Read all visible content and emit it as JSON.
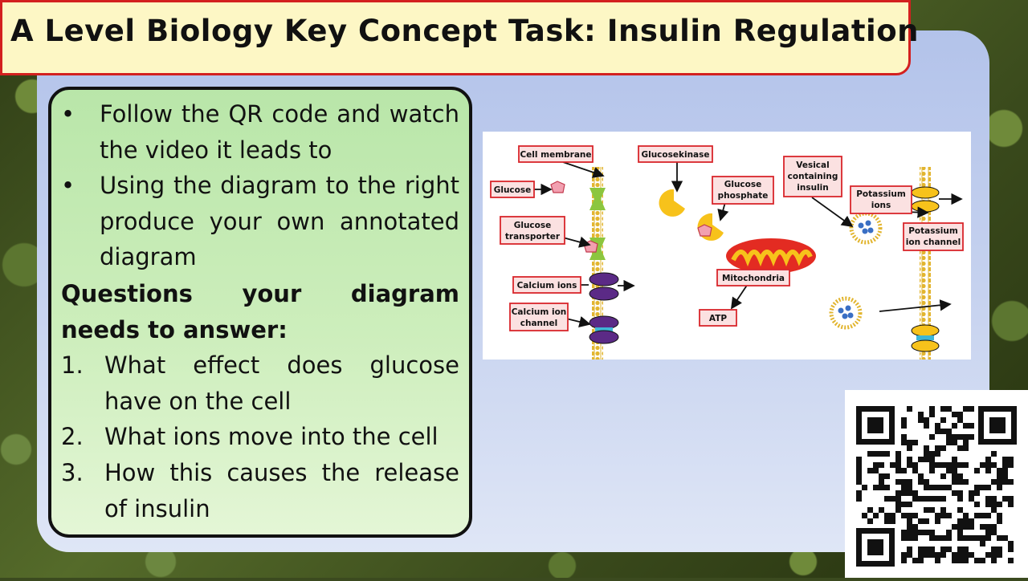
{
  "title": "A Level Biology Key Concept Task:  Insulin Regulation",
  "instructions": {
    "bullets": [
      "Follow the QR code and watch the video it leads to",
      "Using the diagram to the right produce your own annotated diagram"
    ],
    "questions_heading": "Questions your diagram needs to answer:",
    "questions": [
      {
        "num": "1.",
        "text": "What effect does glucose have on the cell"
      },
      {
        "num": "2.",
        "text": "What ions move into the cell"
      },
      {
        "num": "3.",
        "text": "How this causes the release of insulin"
      }
    ]
  },
  "diagram": {
    "labels": {
      "cell_membrane": "Cell membrane",
      "glucose": "Glucose",
      "glucose_transporter": [
        "Glucose",
        "transporter"
      ],
      "calcium_ions": "Calcium ions",
      "calcium_ion_channel": [
        "Calcium ion",
        "channel"
      ],
      "glucosekinase": "Glucosekinase",
      "glucose_phosphate": [
        "Glucose",
        "phosphate"
      ],
      "mitochondria": "Mitochondria",
      "atp": "ATP",
      "vesical": [
        "Vesical",
        "containing",
        "insulin"
      ],
      "potassium_ions": [
        "Potassium",
        "ions"
      ],
      "potassium_channel": [
        "Potassium",
        "ion channel"
      ]
    },
    "colors": {
      "label_border": "#d9262b",
      "label_fill": "#fbe1e1",
      "membrane": "#e2b52f",
      "transporter": "#8cc63f",
      "calcium_channel": "#5b2a86",
      "potassium_channel": "#f7c21b",
      "glucose": "#f2a0b0",
      "mitochondria": "#e32b22"
    }
  },
  "qr_code": {
    "icon": "qr-code-icon"
  }
}
